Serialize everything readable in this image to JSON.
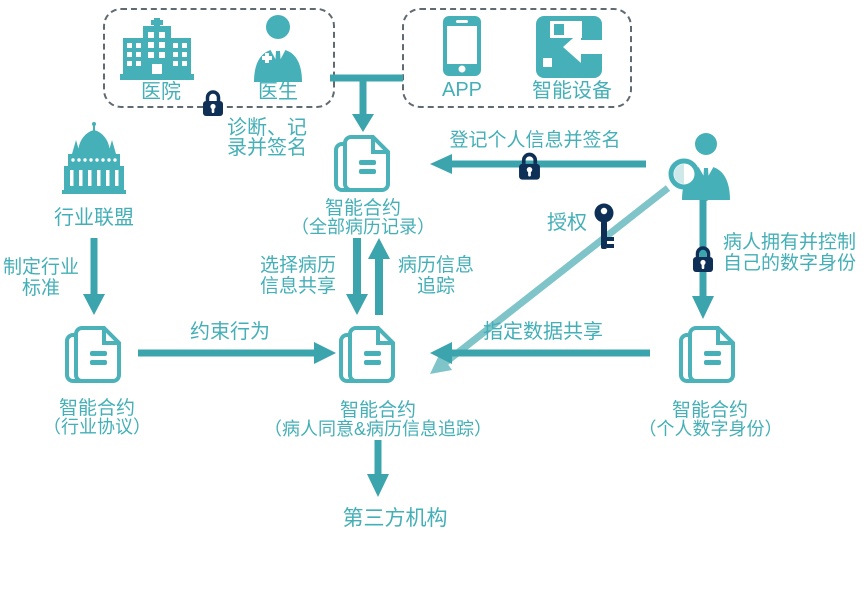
{
  "groups": {
    "medical": {
      "hospital_label": "医院",
      "doctor_label": "医生"
    },
    "devices": {
      "app_label": "APP",
      "smart_device_label": "智能设备"
    }
  },
  "nodes": {
    "industry_alliance_label": "行业联盟",
    "third_party_label": "第三方机构"
  },
  "contracts": {
    "all_records": {
      "title": "智能合约",
      "subtitle": "（全部病历记录）"
    },
    "industry_agreement": {
      "title": "智能合约",
      "subtitle": "（行业协议）"
    },
    "patient_consent": {
      "title": "智能合约",
      "subtitle": "（病人同意&病历信息追踪）"
    },
    "digital_identity": {
      "title": "智能合约",
      "subtitle": "（个人数字身份）"
    }
  },
  "edges": {
    "diagnose_sign": {
      "line1": "诊断、记",
      "line2": "录并签名"
    },
    "register_sign": {
      "label": "登记个人信息并签名"
    },
    "authorize": {
      "label": "授权"
    },
    "own_identity": {
      "line1": "病人拥有并控制",
      "line2": "自己的数字身份"
    },
    "set_standards": {
      "line1": "制定行业",
      "line2": "标准"
    },
    "constrain_behavior": {
      "label": "约束行为"
    },
    "select_share": {
      "line1": "选择病历",
      "line2": "信息共享"
    },
    "record_tracking": {
      "line1": "病历信息",
      "line2": "追踪"
    },
    "designate_sharing": {
      "label": "指定数据共享"
    }
  },
  "icons": {
    "hospital": "hospital-building-icon",
    "doctor": "doctor-icon",
    "app": "smartphone-icon",
    "smart_device": "smart-device-icon",
    "patient": "person-magnifier-icon",
    "alliance": "classical-building-icon",
    "contract": "document-stack-icon",
    "lock": "padlock-icon",
    "key": "key-icon"
  },
  "colors": {
    "teal": "#46b0b8",
    "arrow_teal": "#3ba4ad",
    "light_teal": "#7fc4c9",
    "navy": "#0e3057",
    "text_teal": "#44afb7",
    "background": "#ffffff",
    "dashed_border": "#5f6a72"
  }
}
